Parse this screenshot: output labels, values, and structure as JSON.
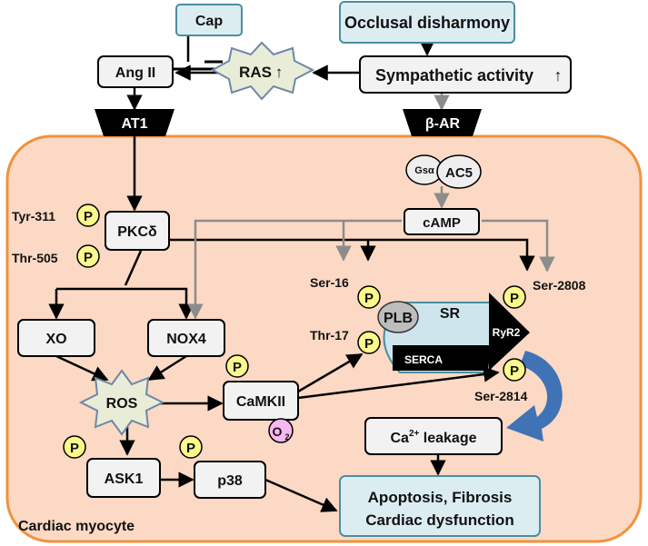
{
  "nodes": {
    "cap": "Cap",
    "occlusal": "Occlusal disharmony",
    "ang2": "Ang II",
    "ras": "RAS",
    "sympathetic": "Sympathetic activity",
    "at1": "AT1",
    "beta_ar": "β-AR",
    "gsa": "Gsα",
    "ac5": "AC5",
    "camp": "cAMP",
    "pkcd": "PKCδ",
    "xo": "XO",
    "nox4": "NOX4",
    "ros": "ROS",
    "camkii": "CaMKII",
    "o2": "O",
    "o2_sub": "2",
    "ask1": "ASK1",
    "p38": "p38",
    "plb": "PLB",
    "sr": "SR",
    "serca": "SERCA",
    "ryr2": "RyR2",
    "ca_leak_pre": "Ca",
    "ca_leak_sup": "2+",
    "ca_leak_post": " leakage",
    "outcome_line1": "Apoptosis, Fibrosis",
    "outcome_line2": "Cardiac dysfunction"
  },
  "sites": {
    "tyr311": "Tyr-311",
    "thr505": "Thr-505",
    "ser16": "Ser-16",
    "thr17": "Thr-17",
    "ser2808": "Ser-2808",
    "ser2814": "Ser-2814"
  },
  "phospho_label": "P",
  "up_arrow": "↑",
  "region_label": "Cardiac myocyte",
  "colors": {
    "cell_fill": "#fcd9c4",
    "cell_border": "#f0923c",
    "top_box_fill": "#dcedf2",
    "top_box_border": "#4a8ea0",
    "phospho_fill": "#fafa8c",
    "o2_fill": "#f7b8f0",
    "star_fill": "#e9ecd6",
    "star_border": "#6d87a9",
    "sr_fill": "#cfe5ee",
    "big_arrow": "#3f73b5",
    "gray_arrow": "#8c8c8c"
  }
}
